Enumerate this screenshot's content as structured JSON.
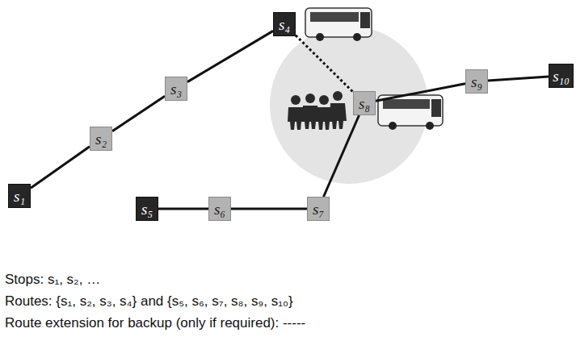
{
  "diagram": {
    "nodes": [
      {
        "text": [
          "s₁"
        ]
      },
      {
        "text": [
          "s₂"
        ]
      },
      {
        "text": [
          "s₃"
        ]
      },
      {
        "text": [
          "s₄"
        ]
      },
      {
        "text": [
          "s₅"
        ]
      },
      {
        "text": [
          "s₆"
        ]
      },
      {
        "text": [
          "s₇"
        ]
      },
      {
        "text": [
          "s₈"
        ]
      },
      {
        "text": [
          "s₉"
        ]
      },
      {
        "text": [
          "s₁₀"
        ]
      }
    ],
    "edges": [
      {
        "from": 0,
        "to": 1,
        "arrow": "none"
      },
      {
        "from": 1,
        "to": 2,
        "arrow": "none"
      },
      {
        "from": 2,
        "to": 3,
        "arrow": "none"
      },
      {
        "from": 3,
        "to": 7,
        "arrow": "none"
      },
      {
        "from": 4,
        "to": 5,
        "arrow": "none"
      },
      {
        "from": 5,
        "to": 6,
        "arrow": "none"
      },
      {
        "from": 6,
        "to": 7,
        "arrow": "none"
      },
      {
        "from": 7,
        "to": 8,
        "arrow": "none"
      },
      {
        "from": 8,
        "to": 9,
        "arrow": "none"
      }
    ],
    "labels": [
      "Stops: s₁, s₂, …",
      "Routes: {s₁, s₂, s₃, s₄} and {s₅, s₆, s₇, s₈, s₉, s₁₀}",
      "Route extension for backup (only if required): -----"
    ]
  }
}
